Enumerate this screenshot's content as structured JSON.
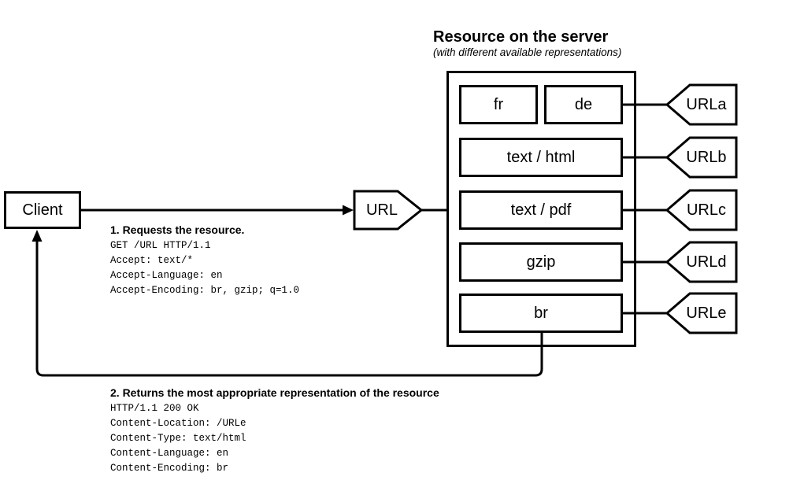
{
  "diagram": {
    "background": "#ffffff",
    "line_color": "#000000",
    "client": {
      "label": "Client"
    },
    "url_node": {
      "label": "URL"
    },
    "server": {
      "title": "Resource on the server",
      "subtitle": "(with different available representations)",
      "representations": [
        "fr",
        "de",
        "text / html",
        "text / pdf",
        "gzip",
        "br"
      ]
    },
    "url_tags": [
      "URLa",
      "URLb",
      "URLc",
      "URLd",
      "URLe"
    ],
    "request": {
      "heading": "1. Requests the resource.",
      "lines": [
        "GET /URL HTTP/1.1",
        "Accept: text/*",
        "Accept-Language: en",
        "Accept-Encoding: br, gzip; q=1.0"
      ]
    },
    "response": {
      "heading": "2. Returns the most appropriate representation of the resource",
      "lines": [
        "HTTP/1.1 200 OK",
        "Content-Location: /URLe",
        "Content-Type: text/html",
        "Content-Language: en",
        "Content-Encoding: br"
      ]
    }
  }
}
